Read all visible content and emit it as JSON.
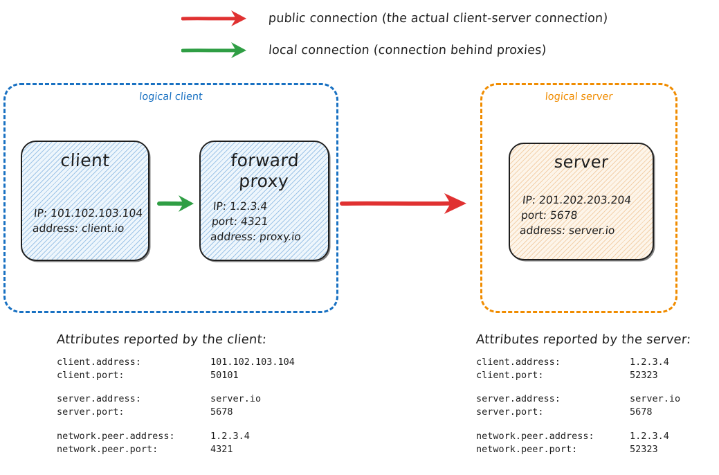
{
  "legend": [
    {
      "id": "public-connection",
      "color": "#e03131",
      "arrow_icon": "red-right-arrow-icon",
      "label": "public connection (the actual client-server connection)"
    },
    {
      "id": "local-connection",
      "color": "#2f9e44",
      "arrow_icon": "green-right-arrow-icon",
      "label": "local connection (connection behind proxies)"
    }
  ],
  "groups": {
    "client": {
      "label": "logical client",
      "border_color": "#1971c2"
    },
    "server": {
      "label": "logical server",
      "border_color": "#f08c00"
    }
  },
  "nodes": {
    "client": {
      "title": "client",
      "props": [
        "IP: 101.102.103.104",
        "address: client.io"
      ]
    },
    "forward_proxy": {
      "title": "forward proxy",
      "title_line1": "forward",
      "title_line2": "proxy",
      "props": [
        "IP: 1.2.3.4",
        "port: 4321",
        "address: proxy.io"
      ]
    },
    "server": {
      "title": "server",
      "props": [
        "IP: 201.202.203.204",
        "port: 5678",
        "address: server.io"
      ]
    }
  },
  "connectors": {
    "client_to_proxy": {
      "kind": "local connection",
      "color": "#2f9e44"
    },
    "proxy_to_server": {
      "kind": "public connection",
      "color": "#e03131"
    }
  },
  "attributes": {
    "client": {
      "title": "Attributes reported by the client:",
      "rows": [
        {
          "key": "client.address:",
          "value": "101.102.103.104"
        },
        {
          "key": "client.port:",
          "value": "50101"
        },
        {
          "key": "",
          "value": "",
          "spacer": true
        },
        {
          "key": "server.address:",
          "value": "server.io"
        },
        {
          "key": "server.port:",
          "value": "5678"
        },
        {
          "key": "",
          "value": "",
          "spacer": true
        },
        {
          "key": "network.peer.address:",
          "value": "1.2.3.4"
        },
        {
          "key": "network.peer.port:",
          "value": "4321"
        }
      ]
    },
    "server": {
      "title": "Attributes reported by the server:",
      "rows": [
        {
          "key": "client.address:",
          "value": "1.2.3.4"
        },
        {
          "key": "client.port:",
          "value": "52323"
        },
        {
          "key": "",
          "value": "",
          "spacer": true
        },
        {
          "key": "server.address:",
          "value": "server.io"
        },
        {
          "key": "server.port:",
          "value": "5678"
        },
        {
          "key": "",
          "value": "",
          "spacer": true
        },
        {
          "key": "network.peer.address:",
          "value": "1.2.3.4"
        },
        {
          "key": "network.peer.port:",
          "value": "52323"
        }
      ]
    }
  }
}
